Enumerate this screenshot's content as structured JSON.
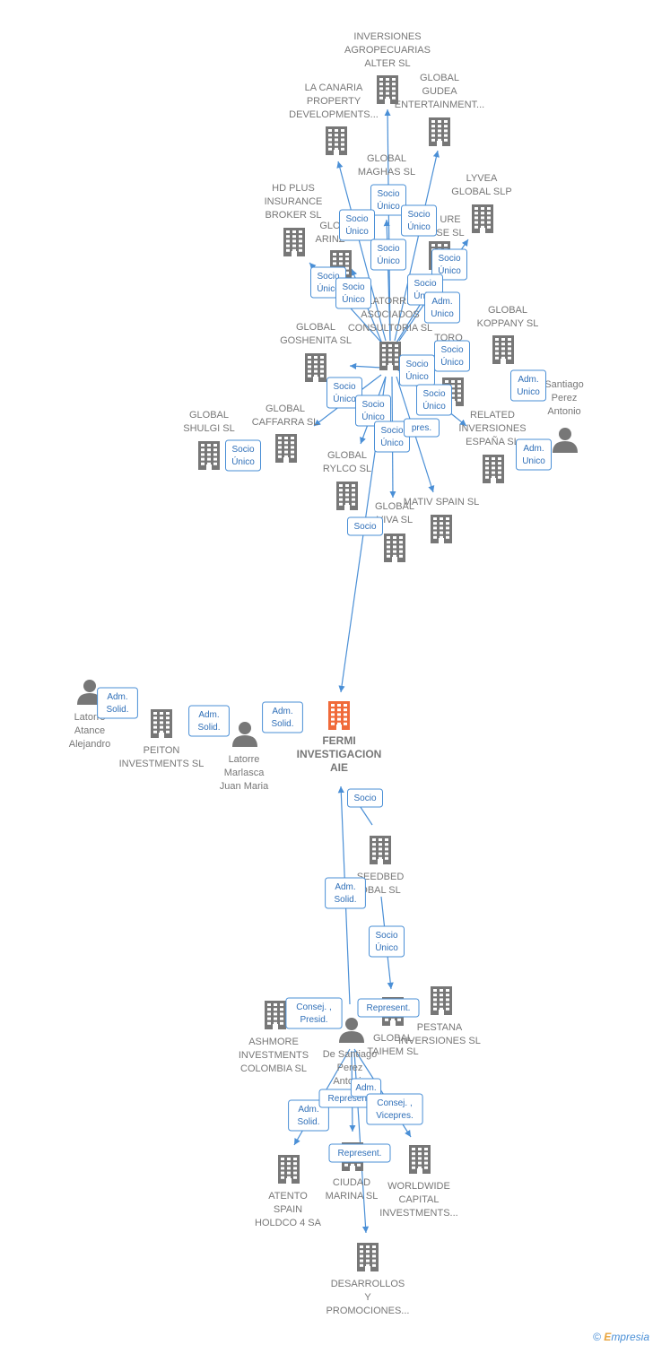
{
  "colors": {
    "edge": "#4a8fd6",
    "node": "#777777",
    "focus": "#f06a3a",
    "label": "#777777"
  },
  "nodes": [
    {
      "id": "inversiones-agro",
      "kind": "company",
      "lines": [
        "INVERSIONES",
        "AGROPECUARIAS",
        "ALTER  SL"
      ]
    },
    {
      "id": "la-canaria",
      "kind": "company",
      "lines": [
        "LA CANARIA",
        "PROPERTY",
        "DEVELOPMENTS..."
      ]
    },
    {
      "id": "global-gudea",
      "kind": "company",
      "lines": [
        "GLOBAL",
        "GUDEA",
        "ENTERTAINMENT..."
      ]
    },
    {
      "id": "global-maghas",
      "kind": "company",
      "lines": [
        "GLOBAL",
        "MAGHAS  SL"
      ]
    },
    {
      "id": "lyvea",
      "kind": "company",
      "lines": [
        "LYVEA",
        "GLOBAL  SLP"
      ]
    },
    {
      "id": "hd-plus",
      "kind": "company",
      "lines": [
        "HD PLUS",
        "INSURANCE",
        "BROKER  SL"
      ]
    },
    {
      "id": "global-arinz",
      "kind": "company",
      "lines": [
        "GLO",
        "ARINZ"
      ]
    },
    {
      "id": "future-se",
      "kind": "company",
      "lines": [
        "URE",
        "SE  SL"
      ]
    },
    {
      "id": "latorre-asociados",
      "kind": "company",
      "lines": [
        "LATORRE",
        "ASOCIADOS",
        "CONSULTORIA SL"
      ]
    },
    {
      "id": "global-koppany",
      "kind": "company",
      "lines": [
        "GLOBAL",
        "KOPPANY  SL"
      ]
    },
    {
      "id": "global-goshenita",
      "kind": "company",
      "lines": [
        "GLOBAL",
        "GOSHENITA SL"
      ]
    },
    {
      "id": "toro-ve",
      "kind": "company",
      "lines": [
        "TORO",
        "VE",
        "..."
      ]
    },
    {
      "id": "desantiago-top",
      "kind": "person",
      "lines": [
        "Santiago",
        "Perez",
        "Antonio"
      ]
    },
    {
      "id": "global-caffarra",
      "kind": "company",
      "lines": [
        "GLOBAL",
        "CAFFARRA  SL"
      ]
    },
    {
      "id": "global-shulgi",
      "kind": "company",
      "lines": [
        "GLOBAL",
        "SHULGI  SL"
      ]
    },
    {
      "id": "related-inv",
      "kind": "company",
      "lines": [
        "RELATED",
        "INVERSIONES",
        "ESPAÑA  SL"
      ]
    },
    {
      "id": "global-rylco",
      "kind": "company",
      "lines": [
        "GLOBAL",
        "RYLCO  SL"
      ]
    },
    {
      "id": "global-viva",
      "kind": "company",
      "lines": [
        "GLOBAL",
        "VIVA  SL"
      ]
    },
    {
      "id": "mativ",
      "kind": "company",
      "lines": [
        "MATIV SPAIN  SL"
      ]
    },
    {
      "id": "latorre-atance",
      "kind": "person",
      "lines": [
        "Latorre",
        "Atance",
        "Alejandro"
      ]
    },
    {
      "id": "peiton",
      "kind": "company",
      "lines": [
        "PEITON",
        "INVESTMENTS SL"
      ]
    },
    {
      "id": "latorre-marlasca",
      "kind": "person",
      "lines": [
        "Latorre",
        "Marlasca",
        "Juan Maria"
      ]
    },
    {
      "id": "fermi",
      "kind": "focus",
      "lines": [
        "FERMI",
        "INVESTIGACION",
        "AIE"
      ]
    },
    {
      "id": "seedbed",
      "kind": "company",
      "lines": [
        "SEEDBED",
        "OBAL  SL"
      ]
    },
    {
      "id": "ashmore",
      "kind": "company",
      "lines": [
        "ASHMORE",
        "INVESTMENTS",
        "COLOMBIA SL"
      ]
    },
    {
      "id": "desantiago-bottom",
      "kind": "person",
      "lines": [
        "De Santiago",
        "Perez",
        "Antonio"
      ]
    },
    {
      "id": "global-taihem",
      "kind": "company",
      "lines": [
        "GLOBAL",
        "TAIHEM SL"
      ]
    },
    {
      "id": "pestana",
      "kind": "company",
      "lines": [
        "PESTANA",
        "INVERSIONES SL"
      ]
    },
    {
      "id": "atento",
      "kind": "company",
      "lines": [
        "ATENTO",
        "SPAIN",
        "HOLDCO 4 SA"
      ]
    },
    {
      "id": "ciudad-marina",
      "kind": "company",
      "lines": [
        "CIUDAD",
        "MARINA SL"
      ]
    },
    {
      "id": "worldwide",
      "kind": "company",
      "lines": [
        "WORLDWIDE",
        "CAPITAL",
        "INVESTMENTS..."
      ]
    },
    {
      "id": "desarrollos",
      "kind": "company",
      "lines": [
        "DESARROLLOS",
        "Y",
        "PROMOCIONES..."
      ]
    }
  ],
  "relations": [
    {
      "id": "r1",
      "lines": [
        "Socio",
        "Único"
      ]
    },
    {
      "id": "r2",
      "lines": [
        "Socio",
        "Único"
      ]
    },
    {
      "id": "r3",
      "lines": [
        "Socio",
        "Único"
      ]
    },
    {
      "id": "r4",
      "lines": [
        "Socio",
        "Único"
      ]
    },
    {
      "id": "r5",
      "lines": [
        "Socio",
        "Único"
      ]
    },
    {
      "id": "r6",
      "lines": [
        "Socio",
        "Único"
      ]
    },
    {
      "id": "r7",
      "lines": [
        "Socio",
        "Único"
      ]
    },
    {
      "id": "r8",
      "lines": [
        "Socio",
        "Único"
      ]
    },
    {
      "id": "r9",
      "lines": [
        "Adm.",
        "Unico"
      ]
    },
    {
      "id": "r10",
      "lines": [
        "Socio",
        "Único"
      ]
    },
    {
      "id": "r11",
      "lines": [
        "Socio",
        "Único"
      ]
    },
    {
      "id": "r12",
      "lines": [
        "Adm.",
        "Unico"
      ]
    },
    {
      "id": "r13",
      "lines": [
        "Socio",
        "Único"
      ]
    },
    {
      "id": "r14",
      "lines": [
        "Socio",
        "Único"
      ]
    },
    {
      "id": "r15",
      "lines": [
        "Socio",
        "Único"
      ]
    },
    {
      "id": "r16",
      "lines": [
        "Socio",
        "Único"
      ]
    },
    {
      "id": "r17",
      "lines": [
        "Adm.",
        "Unico"
      ]
    },
    {
      "id": "r18",
      "lines": [
        "Socio",
        "Único"
      ]
    },
    {
      "id": "r19",
      "lines": [
        "pres."
      ]
    },
    {
      "id": "r20",
      "lines": [
        "Socio"
      ]
    },
    {
      "id": "r21",
      "lines": [
        "Adm.",
        "Solid."
      ]
    },
    {
      "id": "r22",
      "lines": [
        "Adm.",
        "Solid."
      ]
    },
    {
      "id": "r23",
      "lines": [
        "Adm.",
        "Solid."
      ]
    },
    {
      "id": "r24",
      "lines": [
        "Socio"
      ]
    },
    {
      "id": "r25",
      "lines": [
        "Adm.",
        "Solid."
      ]
    },
    {
      "id": "r26",
      "lines": [
        "Socio",
        "Único"
      ]
    },
    {
      "id": "r27",
      "lines": [
        "Consej. ,",
        "Presid."
      ]
    },
    {
      "id": "r28",
      "lines": [
        "Represent."
      ]
    },
    {
      "id": "r29",
      "lines": [
        "Adm.",
        "Solid."
      ]
    },
    {
      "id": "r30",
      "lines": [
        "Represent."
      ]
    },
    {
      "id": "r31",
      "lines": [
        "Adm."
      ]
    },
    {
      "id": "r32",
      "lines": [
        "Consej. ,",
        "Vicepres."
      ]
    },
    {
      "id": "r33",
      "lines": [
        "Represent."
      ]
    },
    {
      "id": "r34",
      "lines": [
        "Socio",
        "Único"
      ]
    }
  ],
  "footer": {
    "copyright": "©",
    "brand_initial": "E",
    "brand_rest": "mpresia"
  }
}
